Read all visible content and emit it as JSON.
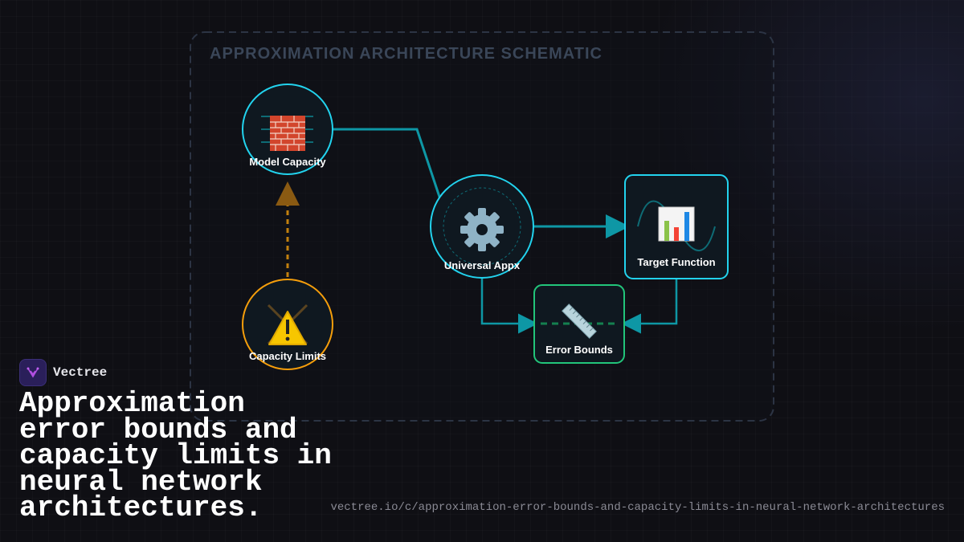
{
  "diagram": {
    "title": "APPROXIMATION ARCHITECTURE SCHEMATIC",
    "nodes": {
      "model_capacity": {
        "label": "Model Capacity",
        "icon": "brick-wall-icon"
      },
      "capacity_limits": {
        "label": "Capacity Limits",
        "icon": "warning-icon"
      },
      "universal_appx": {
        "label": "Universal Appx",
        "icon": "gear-icon"
      },
      "target_function": {
        "label": "Target Function",
        "icon": "bar-chart-icon"
      },
      "error_bounds": {
        "label": "Error Bounds",
        "icon": "ruler-icon"
      }
    },
    "colors": {
      "cyan": "#22d3ee",
      "teal": "#0e97a5",
      "orange": "#f59e0b",
      "green": "#22c57a"
    }
  },
  "brand": {
    "name": "Vectree"
  },
  "headline": "Approximation error bounds and capacity limits in neural network architectures.",
  "url": "vectree.io/c/approximation-error-bounds-and-capacity-limits-in-neural-network-architectures"
}
